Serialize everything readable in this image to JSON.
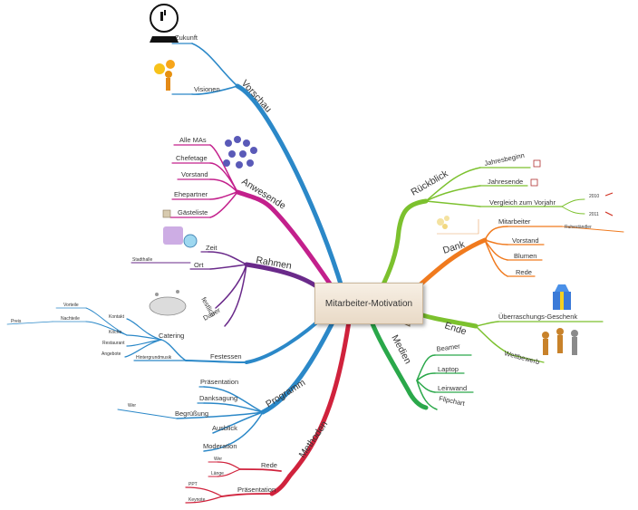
{
  "central": {
    "title": "Mitarbeiter-Motivation"
  },
  "branches": {
    "vorschau": {
      "label": "Vorschau",
      "color": "#2b88c8",
      "items": {
        "zukunft": "Zukunft",
        "visionen": "Visionen"
      }
    },
    "anwesende": {
      "label": "Anwesende",
      "color": "#c3208c",
      "items": {
        "alle": "Alle MAs",
        "chefetage": "Chefetage",
        "vorstand": "Vorstand",
        "ehepartner": "Ehepartner",
        "gaesteliste": "Gästeliste"
      }
    },
    "rahmen": {
      "label": "Rahmen",
      "color": "#6a2a8a",
      "items": {
        "zeit": "Zeit",
        "ort": "Ort",
        "stadthalle": "Stadthalle",
        "festlich": "festlich",
        "dauer": "Dauer"
      }
    },
    "festessen": {
      "label": "Festessen",
      "color": "#2b88c8",
      "items": {
        "catering": "Catering",
        "kontakt": "Kontakt",
        "koeche": "Köche",
        "restaurant": "Restaurant",
        "angebote": "Angebote",
        "nachteile": "Nachteile",
        "vorteile": "Vorteile",
        "preis": "Preis",
        "hintergrundmusik": "Hintergrundmusik"
      }
    },
    "programm": {
      "label": "Programm",
      "color": "#2b88c8",
      "items": {
        "praesentation": "Präsentation",
        "danksagung": "Danksagung",
        "begruessung": "Begrüßung",
        "wer": "Wer",
        "ausblick": "Ausblick",
        "moderation": "Moderation"
      }
    },
    "methoden": {
      "label": "Methoden",
      "color": "#d0223c",
      "items": {
        "rede": "Rede",
        "wer": "Wer",
        "laenge": "Länge",
        "praesentation": "Präsentation",
        "ppt": "PPT",
        "keynote": "Keynote"
      }
    },
    "rueckblick": {
      "label": "Rückblick",
      "color": "#7cc12e",
      "items": {
        "jahresbeginn": "Jahresbeginn",
        "jahresende": "Jahresende",
        "vergleich": "Vergleich zum Vorjahr",
        "y2010": "2010",
        "y2011": "2011"
      }
    },
    "dank": {
      "label": "Dank",
      "color": "#f07a1e",
      "items": {
        "mitarbeiter": "Mitarbeiter",
        "ruhestaendler": "Ruheständler",
        "vorstand": "Vorstand",
        "blumen": "Blumen",
        "rede": "Rede"
      }
    },
    "ende": {
      "label": "Ende",
      "color": "#7cc12e",
      "items": {
        "geschenk": "Überraschungs-Geschenk",
        "wettbewerb": "Wettbewerb"
      }
    },
    "medien": {
      "label": "Medien",
      "color": "#2aa84a",
      "items": {
        "beamer": "Beamer",
        "laptop": "Laptop",
        "leinwand": "Leinwand",
        "flipchart": "Flipchart"
      }
    }
  }
}
